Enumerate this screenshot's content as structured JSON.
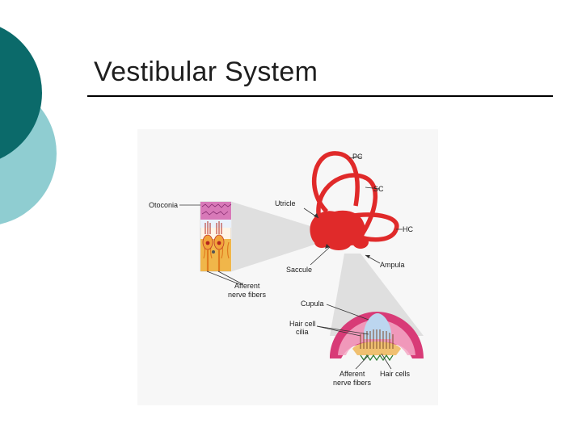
{
  "slide": {
    "title": "Vestibular System"
  },
  "figure": {
    "labels": {
      "otoconia": "Otoconia",
      "afferent1_l1": "Afferent",
      "afferent1_l2": "nerve fibers",
      "utricle": "Utricle",
      "saccule": "Saccule",
      "pc": "PC",
      "sc": "SC",
      "hc": "HC",
      "ampula": "Ampula",
      "cupula": "Cupula",
      "haircell_cilia_l1": "Hair cell",
      "haircell_cilia_l2": "cilia",
      "afferent2_l1": "Afferent",
      "afferent2_l2": "nerve fibers",
      "hair_cells": "Hair cells"
    }
  },
  "colors": {
    "theme_dark": "#0b6a6a",
    "theme_light": "#8fcdd1",
    "labyrinth_red": "#e02a2a",
    "cupula_blue": "#bcd6ef",
    "ampulla_pink": "#d83b77"
  }
}
